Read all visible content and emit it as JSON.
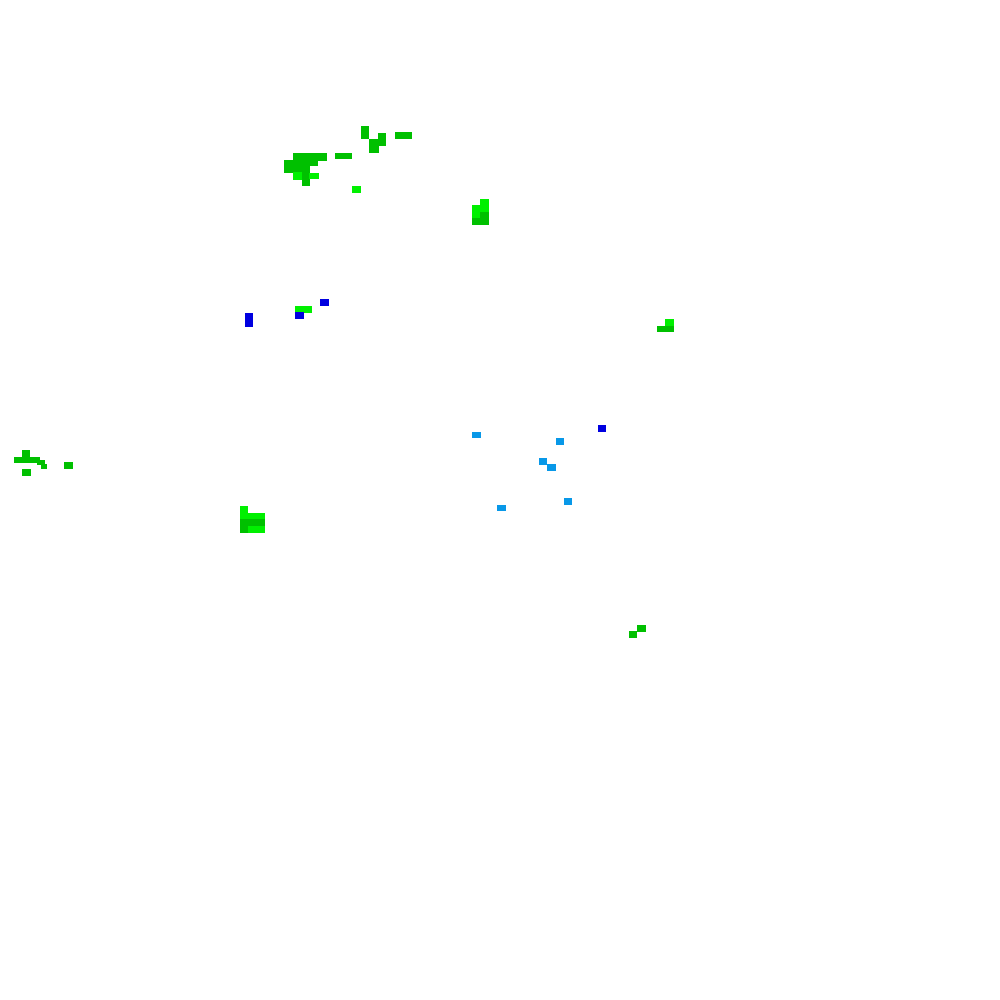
{
  "map": {
    "background_color": "#ffffff",
    "classes": [
      {
        "id": "green-dark",
        "color": "#00c000"
      },
      {
        "id": "green-bright",
        "color": "#00f000"
      },
      {
        "id": "blue",
        "color": "#0000e0"
      },
      {
        "id": "light-blue",
        "color": "#0898e8"
      }
    ]
  }
}
